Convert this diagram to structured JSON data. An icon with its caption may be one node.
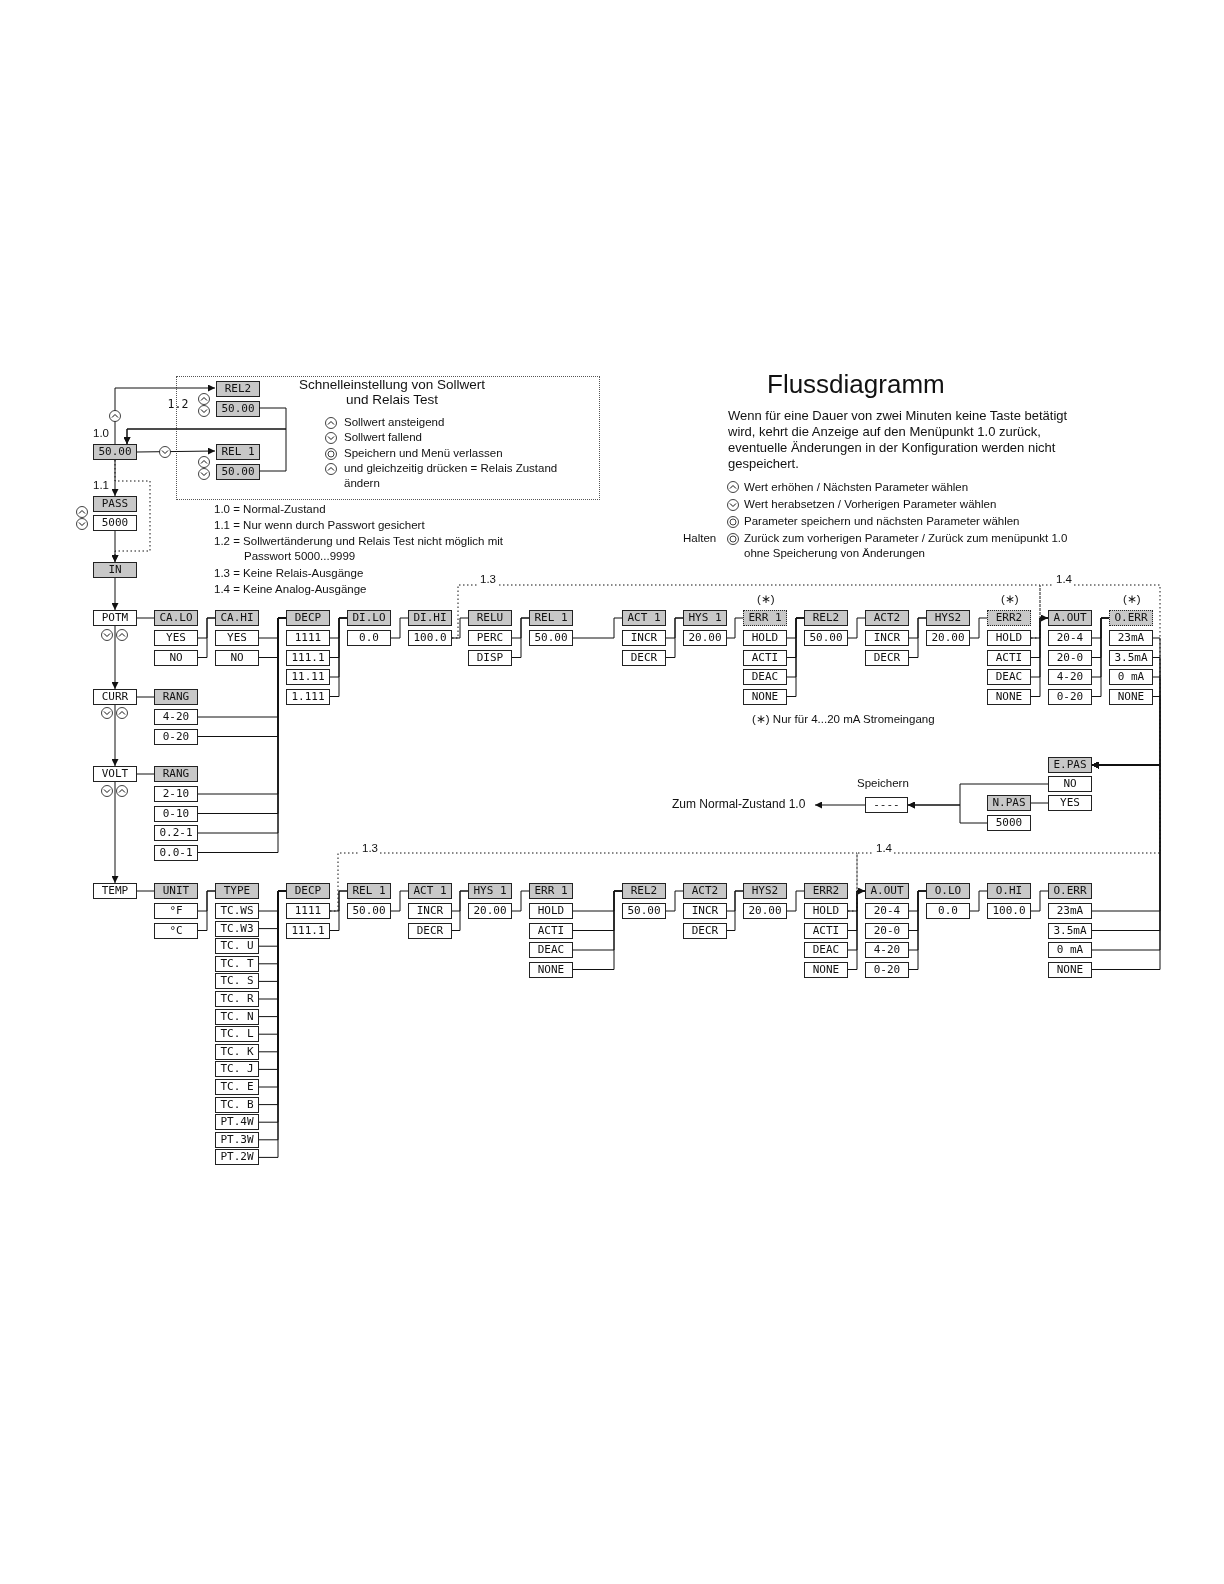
{
  "diagram": {
    "title": "Flussdiagramm",
    "nodes": [
      {
        "text": [
          "Schnelleinstellung von Sollwert und Relais Test",
          "Sollwert ansteigend",
          "Sollwert fallend",
          "Speichern und Menü verlassen",
          "und gleichzeitig drücken = Relais Zustand ändern"
        ]
      },
      {
        "text": [
          "REL2"
        ],
        "in": 0
      },
      {
        "text": [
          "50.00"
        ],
        "in": 0,
        "beside": [
          "1.2"
        ]
      },
      {
        "text": [
          "REL 1"
        ],
        "in": 0
      },
      {
        "text": [
          "50.00"
        ],
        "in": 0
      },
      {
        "text": [
          "50.00"
        ],
        "beside": [
          "1.0"
        ]
      },
      {
        "text": [
          "PASS"
        ],
        "beside": [
          "1.1"
        ]
      },
      {
        "text": [
          "5000"
        ]
      },
      {
        "text": [
          "IN"
        ]
      },
      {
        "text": [
          "POTM"
        ]
      },
      {
        "text": [
          "CA.LO"
        ]
      },
      {
        "text": [
          "YES"
        ]
      },
      {
        "text": [
          "NO"
        ]
      },
      {
        "text": [
          "CA.HI"
        ]
      },
      {
        "text": [
          "YES"
        ]
      },
      {
        "text": [
          "NO"
        ]
      },
      {
        "text": [
          "DECP"
        ]
      },
      {
        "text": [
          "1111"
        ]
      },
      {
        "text": [
          "111.1"
        ]
      },
      {
        "text": [
          "11.11"
        ]
      },
      {
        "text": [
          "1.111"
        ]
      },
      {
        "text": [
          "DI.LO"
        ]
      },
      {
        "text": [
          "0.0"
        ]
      },
      {
        "text": [
          "DI.HI"
        ]
      },
      {
        "text": [
          "100.0"
        ]
      },
      {
        "text": [
          "RELU"
        ]
      },
      {
        "text": [
          "PERC"
        ]
      },
      {
        "text": [
          "DISP"
        ]
      },
      {
        "text": [
          "REL 1"
        ]
      },
      {
        "text": [
          "50.00"
        ]
      },
      {
        "text": [
          "ACT 1"
        ]
      },
      {
        "text": [
          "INCR"
        ]
      },
      {
        "text": [
          "DECR"
        ]
      },
      {
        "text": [
          "HYS 1"
        ]
      },
      {
        "text": [
          "20.00"
        ]
      },
      {
        "text": [
          "ERR 1"
        ],
        "beside": [
          "(∗)"
        ]
      },
      {
        "text": [
          "HOLD"
        ]
      },
      {
        "text": [
          "ACTI"
        ]
      },
      {
        "text": [
          "DEAC"
        ]
      },
      {
        "text": [
          "NONE"
        ]
      },
      {
        "text": [
          "REL2"
        ]
      },
      {
        "text": [
          "50.00"
        ]
      },
      {
        "text": [
          "ACT2"
        ]
      },
      {
        "text": [
          "INCR"
        ]
      },
      {
        "text": [
          "DECR"
        ]
      },
      {
        "text": [
          "HYS2"
        ]
      },
      {
        "text": [
          "20.00"
        ]
      },
      {
        "text": [
          "ERR2"
        ],
        "beside": [
          "(∗)"
        ]
      },
      {
        "text": [
          "HOLD"
        ]
      },
      {
        "text": [
          "ACTI"
        ]
      },
      {
        "text": [
          "DEAC"
        ]
      },
      {
        "text": [
          "NONE"
        ]
      },
      {
        "text": [
          "A.OUT"
        ]
      },
      {
        "text": [
          "20-4"
        ]
      },
      {
        "text": [
          "20-0"
        ]
      },
      {
        "text": [
          "4-20"
        ]
      },
      {
        "text": [
          "0-20"
        ]
      },
      {
        "text": [
          "O.ERR"
        ],
        "beside": [
          "(∗)"
        ]
      },
      {
        "text": [
          "23mA"
        ]
      },
      {
        "text": [
          "3.5mA"
        ]
      },
      {
        "text": [
          "0 mA"
        ]
      },
      {
        "text": [
          "NONE"
        ]
      },
      {
        "text": [
          "E.PAS"
        ]
      },
      {
        "text": [
          "NO"
        ]
      },
      {
        "text": [
          "YES"
        ]
      },
      {
        "text": [
          "N.PAS"
        ]
      },
      {
        "text": [
          "5000"
        ]
      },
      {
        "text": [
          "----"
        ],
        "beside": [
          "Speichern"
        ]
      },
      {
        "text": [
          "Zum Normal-Zustand 1.0"
        ]
      },
      {
        "text": [
          "CURR"
        ]
      },
      {
        "text": [
          "RANG"
        ]
      },
      {
        "text": [
          "4-20"
        ]
      },
      {
        "text": [
          "0-20"
        ]
      },
      {
        "text": [
          "VOLT"
        ]
      },
      {
        "text": [
          "RANG"
        ]
      },
      {
        "text": [
          "2-10"
        ]
      },
      {
        "text": [
          "0-10"
        ]
      },
      {
        "text": [
          "0.2-1"
        ]
      },
      {
        "text": [
          "0.0-1"
        ]
      },
      {
        "text": [
          "TEMP"
        ]
      },
      {
        "text": [
          "UNIT"
        ]
      },
      {
        "text": [
          "°F"
        ]
      },
      {
        "text": [
          "°C"
        ]
      },
      {
        "text": [
          "TYPE"
        ]
      },
      {
        "text": [
          "TC.WS"
        ]
      },
      {
        "text": [
          "TC.W3"
        ]
      },
      {
        "text": [
          "TC. U"
        ]
      },
      {
        "text": [
          "TC. T"
        ]
      },
      {
        "text": [
          "TC. S"
        ]
      },
      {
        "text": [
          "TC. R"
        ]
      },
      {
        "text": [
          "TC. N"
        ]
      },
      {
        "text": [
          "TC. L"
        ]
      },
      {
        "text": [
          "TC. K"
        ]
      },
      {
        "text": [
          "TC. J"
        ]
      },
      {
        "text": [
          "TC. E"
        ]
      },
      {
        "text": [
          "TC. B"
        ]
      },
      {
        "text": [
          "PT.4W"
        ]
      },
      {
        "text": [
          "PT.3W"
        ]
      },
      {
        "text": [
          "PT.2W"
        ]
      },
      {
        "text": [
          "DECP"
        ]
      },
      {
        "text": [
          "1111"
        ]
      },
      {
        "text": [
          "111.1"
        ]
      },
      {
        "text": [
          "REL 1"
        ]
      },
      {
        "text": [
          "50.00"
        ]
      },
      {
        "text": [
          "ACT 1"
        ]
      },
      {
        "text": [
          "INCR"
        ]
      },
      {
        "text": [
          "DECR"
        ]
      },
      {
        "text": [
          "HYS 1"
        ]
      },
      {
        "text": [
          "20.00"
        ]
      },
      {
        "text": [
          "ERR 1"
        ]
      },
      {
        "text": [
          "HOLD"
        ]
      },
      {
        "text": [
          "ACTI"
        ]
      },
      {
        "text": [
          "DEAC"
        ]
      },
      {
        "text": [
          "NONE"
        ]
      },
      {
        "text": [
          "REL2"
        ]
      },
      {
        "text": [
          "50.00"
        ]
      },
      {
        "text": [
          "ACT2"
        ]
      },
      {
        "text": [
          "INCR"
        ]
      },
      {
        "text": [
          "DECR"
        ]
      },
      {
        "text": [
          "HYS2"
        ]
      },
      {
        "text": [
          "20.00"
        ]
      },
      {
        "text": [
          "ERR2"
        ]
      },
      {
        "text": [
          "HOLD"
        ]
      },
      {
        "text": [
          "ACTI"
        ]
      },
      {
        "text": [
          "DEAC"
        ]
      },
      {
        "text": [
          "NONE"
        ]
      },
      {
        "text": [
          "A.OUT"
        ]
      },
      {
        "text": [
          "20-4"
        ]
      },
      {
        "text": [
          "20-0"
        ]
      },
      {
        "text": [
          "4-20"
        ]
      },
      {
        "text": [
          "0-20"
        ]
      },
      {
        "text": [
          "O.LO"
        ]
      },
      {
        "text": [
          "0.0"
        ]
      },
      {
        "text": [
          "O.HI"
        ]
      },
      {
        "text": [
          "100.0"
        ]
      },
      {
        "text": [
          "O.ERR"
        ]
      },
      {
        "text": [
          "23mA"
        ]
      },
      {
        "text": [
          "3.5mA"
        ]
      },
      {
        "text": [
          "0 mA"
        ]
      },
      {
        "text": [
          "NONE"
        ]
      }
    ],
    "edges": [
      {
        "from": 5,
        "to": 1,
        "arrow": "to"
      },
      {
        "from": 5,
        "to": 3,
        "arrow": "to"
      },
      {
        "from": 2,
        "to": 5,
        "arrow": "to"
      },
      {
        "from": 4,
        "to": 5,
        "arrow": "to"
      },
      {
        "from": 5,
        "to": 6,
        "arrow": "to"
      },
      {
        "from": 7,
        "to": 8,
        "arrow": "to"
      },
      {
        "from": 5,
        "to": 8,
        "arrow": "to",
        "style": "dashed"
      },
      {
        "from": 8,
        "to": 9,
        "arrow": "to"
      },
      {
        "from": 9,
        "to": 69,
        "arrow": "to"
      },
      {
        "from": 69,
        "to": 73,
        "arrow": "to"
      },
      {
        "from": 73,
        "to": 79,
        "arrow": "to"
      },
      {
        "from": 9,
        "to": 10,
        "arrow": "none"
      },
      {
        "from": 11,
        "to": 13,
        "arrow": "none"
      },
      {
        "from": 12,
        "to": 13,
        "arrow": "none"
      },
      {
        "from": 14,
        "to": 16,
        "arrow": "none"
      },
      {
        "from": 15,
        "to": 16,
        "arrow": "none"
      },
      {
        "from": 69,
        "to": 70,
        "arrow": "none"
      },
      {
        "from": 71,
        "to": 16,
        "arrow": "none"
      },
      {
        "from": 72,
        "to": 16,
        "arrow": "none"
      },
      {
        "from": 73,
        "to": 74,
        "arrow": "none"
      },
      {
        "from": 75,
        "to": 16,
        "arrow": "none"
      },
      {
        "from": 76,
        "to": 16,
        "arrow": "none"
      },
      {
        "from": 77,
        "to": 16,
        "arrow": "none"
      },
      {
        "from": 78,
        "to": 16,
        "arrow": "none"
      },
      {
        "from": 17,
        "to": 21,
        "arrow": "none"
      },
      {
        "from": 18,
        "to": 21,
        "arrow": "none"
      },
      {
        "from": 19,
        "to": 21,
        "arrow": "none"
      },
      {
        "from": 20,
        "to": 21,
        "arrow": "none"
      },
      {
        "from": 22,
        "to": 23,
        "arrow": "none"
      },
      {
        "from": 24,
        "to": 25,
        "arrow": "none"
      },
      {
        "from": 26,
        "to": 28,
        "arrow": "none"
      },
      {
        "from": 27,
        "to": 28,
        "arrow": "none"
      },
      {
        "from": 29,
        "to": 30,
        "arrow": "none"
      },
      {
        "from": 31,
        "to": 33,
        "arrow": "none"
      },
      {
        "from": 32,
        "to": 33,
        "arrow": "none"
      },
      {
        "from": 34,
        "to": 35,
        "arrow": "none"
      },
      {
        "from": 36,
        "to": 40,
        "arrow": "none"
      },
      {
        "from": 37,
        "to": 40,
        "arrow": "none"
      },
      {
        "from": 38,
        "to": 40,
        "arrow": "none"
      },
      {
        "from": 39,
        "to": 40,
        "arrow": "none"
      },
      {
        "from": 41,
        "to": 42,
        "arrow": "none"
      },
      {
        "from": 43,
        "to": 45,
        "arrow": "none"
      },
      {
        "from": 44,
        "to": 45,
        "arrow": "none"
      },
      {
        "from": 46,
        "to": 47,
        "arrow": "none"
      },
      {
        "from": 48,
        "to": 52,
        "arrow": "none"
      },
      {
        "from": 49,
        "to": 52,
        "arrow": "none"
      },
      {
        "from": 50,
        "to": 52,
        "arrow": "none"
      },
      {
        "from": 51,
        "to": 52,
        "arrow": "none"
      },
      {
        "from": 53,
        "to": 57,
        "arrow": "none"
      },
      {
        "from": 54,
        "to": 57,
        "arrow": "none"
      },
      {
        "from": 55,
        "to": 57,
        "arrow": "none"
      },
      {
        "from": 56,
        "to": 57,
        "arrow": "none"
      },
      {
        "from": 58,
        "to": 62,
        "arrow": "to"
      },
      {
        "from": 59,
        "to": 62,
        "arrow": "to"
      },
      {
        "from": 60,
        "to": 62,
        "arrow": "to"
      },
      {
        "from": 61,
        "to": 62,
        "arrow": "to"
      },
      {
        "from": 24,
        "to": 52,
        "arrow": "to",
        "style": "dashed",
        "label": "1.3"
      },
      {
        "from": 48,
        "to": 62,
        "arrow": "to",
        "style": "dashed",
        "label": "1.4"
      },
      {
        "from": 63,
        "to": 67,
        "arrow": "to"
      },
      {
        "from": 64,
        "to": 65,
        "arrow": "none"
      },
      {
        "from": 66,
        "to": 67,
        "arrow": "to"
      },
      {
        "from": 67,
        "to": 68,
        "arrow": "to"
      },
      {
        "from": 79,
        "to": 80,
        "arrow": "none"
      },
      {
        "from": 81,
        "to": 83,
        "arrow": "none"
      },
      {
        "from": 82,
        "to": 83,
        "arrow": "none"
      },
      {
        "from": 84,
        "to": 99,
        "arrow": "none"
      },
      {
        "from": 85,
        "to": 99,
        "arrow": "none"
      },
      {
        "from": 86,
        "to": 99,
        "arrow": "none"
      },
      {
        "from": 87,
        "to": 99,
        "arrow": "none"
      },
      {
        "from": 88,
        "to": 99,
        "arrow": "none"
      },
      {
        "from": 89,
        "to": 99,
        "arrow": "none"
      },
      {
        "from": 90,
        "to": 99,
        "arrow": "none"
      },
      {
        "from": 91,
        "to": 99,
        "arrow": "none"
      },
      {
        "from": 92,
        "to": 99,
        "arrow": "none"
      },
      {
        "from": 93,
        "to": 99,
        "arrow": "none"
      },
      {
        "from": 94,
        "to": 99,
        "arrow": "none"
      },
      {
        "from": 95,
        "to": 99,
        "arrow": "none"
      },
      {
        "from": 96,
        "to": 99,
        "arrow": "none"
      },
      {
        "from": 97,
        "to": 99,
        "arrow": "none"
      },
      {
        "from": 98,
        "to": 99,
        "arrow": "none"
      },
      {
        "from": 100,
        "to": 102,
        "arrow": "none"
      },
      {
        "from": 101,
        "to": 102,
        "arrow": "none"
      },
      {
        "from": 103,
        "to": 104,
        "arrow": "none"
      },
      {
        "from": 105,
        "to": 107,
        "arrow": "none"
      },
      {
        "from": 106,
        "to": 107,
        "arrow": "none"
      },
      {
        "from": 108,
        "to": 109,
        "arrow": "none"
      },
      {
        "from": 110,
        "to": 114,
        "arrow": "none"
      },
      {
        "from": 111,
        "to": 114,
        "arrow": "none"
      },
      {
        "from": 112,
        "to": 114,
        "arrow": "none"
      },
      {
        "from": 113,
        "to": 114,
        "arrow": "none"
      },
      {
        "from": 115,
        "to": 116,
        "arrow": "none"
      },
      {
        "from": 117,
        "to": 119,
        "arrow": "none"
      },
      {
        "from": 118,
        "to": 119,
        "arrow": "none"
      },
      {
        "from": 120,
        "to": 121,
        "arrow": "none"
      },
      {
        "from": 122,
        "to": 126,
        "arrow": "none"
      },
      {
        "from": 123,
        "to": 126,
        "arrow": "none"
      },
      {
        "from": 124,
        "to": 126,
        "arrow": "none"
      },
      {
        "from": 125,
        "to": 126,
        "arrow": "none"
      },
      {
        "from": 127,
        "to": 131,
        "arrow": "none"
      },
      {
        "from": 128,
        "to": 131,
        "arrow": "none"
      },
      {
        "from": 129,
        "to": 131,
        "arrow": "none"
      },
      {
        "from": 130,
        "to": 131,
        "arrow": "none"
      },
      {
        "from": 132,
        "to": 133,
        "arrow": "none"
      },
      {
        "from": 134,
        "to": 135,
        "arrow": "none"
      },
      {
        "from": 136,
        "to": 62,
        "arrow": "to"
      },
      {
        "from": 137,
        "to": 62,
        "arrow": "to"
      },
      {
        "from": 138,
        "to": 62,
        "arrow": "to"
      },
      {
        "from": 139,
        "to": 62,
        "arrow": "to"
      },
      {
        "from": 100,
        "to": 126,
        "arrow": "to",
        "style": "dashed",
        "label": "1.3"
      },
      {
        "from": 122,
        "to": 62,
        "arrow": "to",
        "style": "dashed",
        "label": "1.4"
      }
    ],
    "labels": [
      "Wenn für eine Dauer von zwei Minuten keine Taste betätigt wird, kehrt die Anzeige auf den Menüpunkt 1.0 zurück, eventuelle Änderungen in der Konfiguration werden nicht gespeichert.",
      "Wert erhöhen / Nächsten Parameter wählen",
      "Wert herabsetzen / Vorherigen Parameter wählen",
      "Parameter speichern und nächsten Parameter wählen",
      "Halten",
      "Zurück zum vorherigen Parameter / Zurück zum menüpunkt 1.0 ohne Speicherung von Änderungen",
      "1.0 = Normal-Zustand",
      "1.1 = Nur wenn durch Passwort gesichert",
      "1.2 = Sollwertänderung und Relais Test nicht möglich mit Passwort 5000...9999",
      "1.3 = Keine Relais-Ausgänge",
      "1.4 = Keine Analog-Ausgänge",
      "(∗) Nur für 4...20 mA Stromeingang"
    ]
  }
}
